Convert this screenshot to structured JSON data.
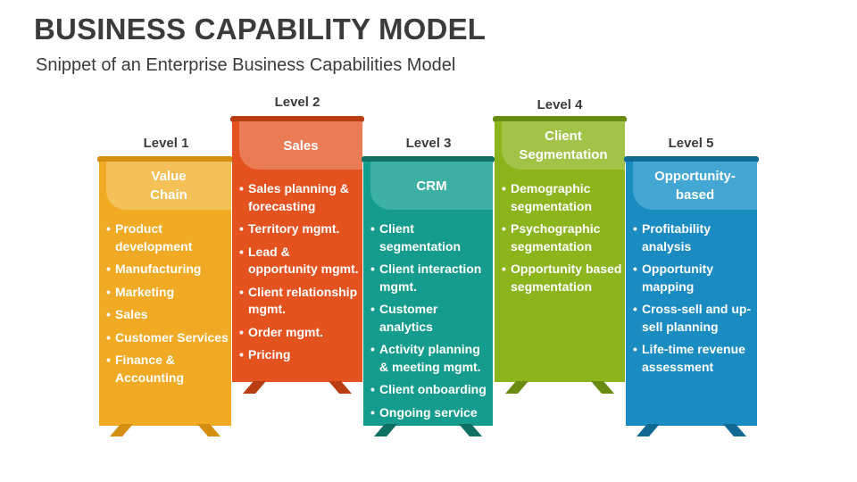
{
  "title": "BUSINESS CAPABILITY MODEL",
  "subtitle": "Snippet of an Enterprise Business Capabilities Model",
  "columns": [
    {
      "level": "Level 1",
      "heading": [
        "Value",
        "Chain"
      ],
      "items": [
        "Product development",
        "Manufacturing",
        "Marketing",
        "Sales",
        "Customer Services",
        "Finance & Accounting"
      ],
      "colors": {
        "body": "#f0aa24",
        "dark": "#d48f10",
        "head": "#f3c158"
      }
    },
    {
      "level": "Level 2",
      "heading": [
        "Sales"
      ],
      "items": [
        "Sales planning & forecasting",
        "Territory mgmt.",
        "Lead & opportunity mgmt.",
        "Client relationship mgmt.",
        "Order mgmt.",
        "Pricing"
      ],
      "colors": {
        "body": "#e4521f",
        "dark": "#b83e12",
        "head": "#ea7c55"
      }
    },
    {
      "level": "Level 3",
      "heading": [
        "CRM"
      ],
      "items": [
        "Client segmentation",
        "Client interaction mgmt.",
        "Customer analytics",
        "Activity planning & meeting mgmt.",
        "Client onboarding",
        "Ongoing service"
      ],
      "colors": {
        "body": "#159c8c",
        "dark": "#0e6f63",
        "head": "#3cb0a2"
      }
    },
    {
      "level": "Level 4",
      "heading": [
        "Client",
        "Segmentation"
      ],
      "items": [
        "Demographic segmentation",
        "Psychographic segmentation",
        "Opportunity based segmentation"
      ],
      "colors": {
        "body": "#8bb41d",
        "dark": "#6a8b12",
        "head": "#a2c347"
      }
    },
    {
      "level": "Level 5",
      "heading": [
        "Opportunity-",
        "based"
      ],
      "items": [
        "Profitability analysis",
        "Opportunity mapping",
        "Cross-sell and up-sell planning",
        "Life-time revenue assessment"
      ],
      "colors": {
        "body": "#1a8cc2",
        "dark": "#116a94",
        "head": "#44a6d2"
      }
    }
  ]
}
